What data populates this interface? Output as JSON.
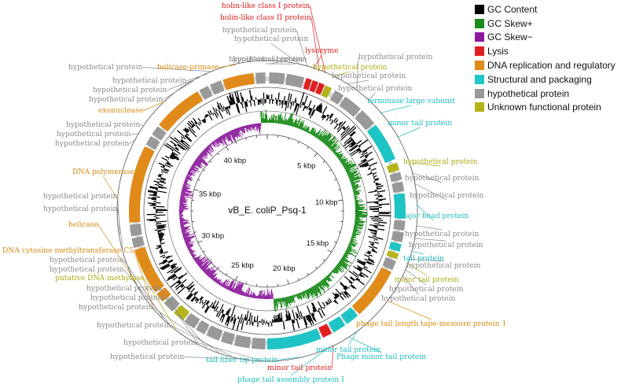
{
  "title": "vB_E. coliP_Psq-1",
  "legend": [
    {
      "label": "GC Content",
      "color": "#000000"
    },
    {
      "label": "GC Skew+",
      "color": "#1a8a1a"
    },
    {
      "label": "GC Skew−",
      "color": "#8b1a9b"
    },
    {
      "label": "Lysis",
      "color": "#e02020"
    },
    {
      "label": "DNA replication and regulatory",
      "color": "#e08a1a"
    },
    {
      "label": "Structural and packaging",
      "color": "#1fc4c4"
    },
    {
      "label": "hypothetical protein",
      "color": "#999999"
    },
    {
      "label": "Unknown functional protein",
      "color": "#b4b41a"
    }
  ],
  "genome_length_kbp": 44,
  "kbp_labels": [
    "5 kbp",
    "10 kbp",
    "15 kbp",
    "20 kbp",
    "25 kbp",
    "30 kbp",
    "35 kbp",
    "40 kbp"
  ],
  "genes": [
    {
      "start_kbp": 0.1,
      "end_kbp": 0.9,
      "category": "hypothetical protein"
    },
    {
      "start_kbp": 1.0,
      "end_kbp": 1.9,
      "category": "hypothetical protein"
    },
    {
      "start_kbp": 2.0,
      "end_kbp": 2.3,
      "category": "Lysis"
    },
    {
      "start_kbp": 2.35,
      "end_kbp": 2.65,
      "category": "Lysis"
    },
    {
      "start_kbp": 2.7,
      "end_kbp": 3.0,
      "category": "Lysis"
    },
    {
      "start_kbp": 3.05,
      "end_kbp": 3.4,
      "category": "Unknown functional protein"
    },
    {
      "start_kbp": 3.6,
      "end_kbp": 4.1,
      "category": "hypothetical protein"
    },
    {
      "start_kbp": 4.2,
      "end_kbp": 5.2,
      "category": "hypothetical protein"
    },
    {
      "start_kbp": 5.3,
      "end_kbp": 6.2,
      "category": "hypothetical protein"
    },
    {
      "start_kbp": 6.3,
      "end_kbp": 8.3,
      "category": "Structural and packaging"
    },
    {
      "start_kbp": 8.5,
      "end_kbp": 8.9,
      "category": "Unknown functional protein"
    },
    {
      "start_kbp": 9.0,
      "end_kbp": 9.4,
      "category": "hypothetical protein"
    },
    {
      "start_kbp": 9.5,
      "end_kbp": 10.0,
      "category": "hypothetical protein"
    },
    {
      "start_kbp": 10.1,
      "end_kbp": 11.4,
      "category": "Structural and packaging"
    },
    {
      "start_kbp": 11.5,
      "end_kbp": 12.0,
      "category": "hypothetical protein"
    },
    {
      "start_kbp": 12.1,
      "end_kbp": 12.6,
      "category": "hypothetical protein"
    },
    {
      "start_kbp": 12.7,
      "end_kbp": 13.1,
      "category": "Structural and packaging"
    },
    {
      "start_kbp": 13.2,
      "end_kbp": 13.5,
      "category": "Unknown functional protein"
    },
    {
      "start_kbp": 13.6,
      "end_kbp": 14.1,
      "category": "hypothetical protein"
    },
    {
      "start_kbp": 14.2,
      "end_kbp": 16.9,
      "category": "DNA replication and regulatory"
    },
    {
      "start_kbp": 17.0,
      "end_kbp": 17.7,
      "category": "Structural and packaging"
    },
    {
      "start_kbp": 17.8,
      "end_kbp": 18.5,
      "category": "Structural and packaging"
    },
    {
      "start_kbp": 18.6,
      "end_kbp": 19.1,
      "category": "Lysis"
    },
    {
      "start_kbp": 19.2,
      "end_kbp": 22.0,
      "category": "Structural and packaging"
    },
    {
      "start_kbp": 22.1,
      "end_kbp": 22.8,
      "category": "hypothetical protein"
    },
    {
      "start_kbp": 22.9,
      "end_kbp": 23.7,
      "category": "hypothetical protein"
    },
    {
      "start_kbp": 23.8,
      "end_kbp": 24.4,
      "category": "hypothetical protein"
    },
    {
      "start_kbp": 24.5,
      "end_kbp": 25.2,
      "category": "hypothetical protein"
    },
    {
      "start_kbp": 25.3,
      "end_kbp": 25.8,
      "category": "hypothetical protein"
    },
    {
      "start_kbp": 25.9,
      "end_kbp": 26.5,
      "category": "hypothetical protein"
    },
    {
      "start_kbp": 26.6,
      "end_kbp": 27.2,
      "category": "Unknown functional protein"
    },
    {
      "start_kbp": 27.3,
      "end_kbp": 27.9,
      "category": "hypothetical protein"
    },
    {
      "start_kbp": 28.0,
      "end_kbp": 28.5,
      "category": "DNA replication and regulatory"
    },
    {
      "start_kbp": 28.6,
      "end_kbp": 31.0,
      "category": "DNA replication and regulatory"
    },
    {
      "start_kbp": 31.1,
      "end_kbp": 31.6,
      "category": "hypothetical protein"
    },
    {
      "start_kbp": 31.7,
      "end_kbp": 32.3,
      "category": "hypothetical protein"
    },
    {
      "start_kbp": 32.4,
      "end_kbp": 36.4,
      "category": "DNA replication and regulatory"
    },
    {
      "start_kbp": 36.5,
      "end_kbp": 37.0,
      "category": "hypothetical protein"
    },
    {
      "start_kbp": 37.1,
      "end_kbp": 37.6,
      "category": "hypothetical protein"
    },
    {
      "start_kbp": 37.7,
      "end_kbp": 40.3,
      "category": "DNA replication and regulatory"
    },
    {
      "start_kbp": 40.4,
      "end_kbp": 40.9,
      "category": "hypothetical protein"
    },
    {
      "start_kbp": 41.0,
      "end_kbp": 41.6,
      "category": "hypothetical protein"
    },
    {
      "start_kbp": 41.7,
      "end_kbp": 43.3,
      "category": "DNA replication and regulatory"
    },
    {
      "start_kbp": 43.4,
      "end_kbp": 43.9,
      "category": "hypothetical protein"
    }
  ],
  "annotations": [
    {
      "text": "holin-like class I protein",
      "category": "Lysis",
      "pos_kbp": 2.8
    },
    {
      "text": "holin-like class II protein",
      "category": "Lysis",
      "pos_kbp": 2.5
    },
    {
      "text": "hypothetical protein",
      "category": "hypothetical protein",
      "pos_kbp": 1.9
    },
    {
      "text": "hypothetical protein",
      "category": "hypothetical protein",
      "pos_kbp": 1.6
    },
    {
      "text": "hypothetical protein",
      "category": "hypothetical protein",
      "pos_kbp": 1.3
    },
    {
      "text": "lysozyme",
      "category": "Lysis",
      "pos_kbp": 2.2
    },
    {
      "text": "hypothetical protein",
      "category": "hypothetical protein",
      "pos_kbp": 0.6
    },
    {
      "text": "hypothetical protein",
      "category": "Unknown functional protein",
      "pos_kbp": 3.2
    },
    {
      "text": "hypothetical protein",
      "category": "hypothetical protein",
      "pos_kbp": 4.5
    },
    {
      "text": "hypothetical protein",
      "category": "hypothetical protein",
      "pos_kbp": 3.9
    },
    {
      "text": "hypothetical protein",
      "category": "hypothetical protein",
      "pos_kbp": 5.2
    },
    {
      "text": "terminase large subunit",
      "category": "Structural and packaging",
      "pos_kbp": 6.0
    },
    {
      "text": "minor tail protein",
      "category": "Structural and packaging",
      "pos_kbp": 7.4
    },
    {
      "text": "hypothetical protein",
      "category": "Unknown functional protein",
      "pos_kbp": 8.7
    },
    {
      "text": "hypothetical protein",
      "category": "hypothetical protein",
      "pos_kbp": 9.2
    },
    {
      "text": "hypothetical protein",
      "category": "hypothetical protein",
      "pos_kbp": 9.7
    },
    {
      "text": "major head protein",
      "category": "Structural and packaging",
      "pos_kbp": 10.7
    },
    {
      "text": "hypothetical protein",
      "category": "hypothetical protein",
      "pos_kbp": 11.7
    },
    {
      "text": "hypothetical protein",
      "category": "hypothetical protein",
      "pos_kbp": 12.3
    },
    {
      "text": "tail protein",
      "category": "Structural and packaging",
      "pos_kbp": 12.9
    },
    {
      "text": "hypothetical protein",
      "category": "hypothetical protein",
      "pos_kbp": 13.3
    },
    {
      "text": "major tail protein",
      "category": "Unknown functional protein",
      "pos_kbp": 13.5
    },
    {
      "text": "hypothetical protein",
      "category": "hypothetical protein",
      "pos_kbp": 13.8
    },
    {
      "text": "hypothetical protein",
      "category": "hypothetical protein",
      "pos_kbp": 14.1
    },
    {
      "text": "phage tail length tape-measure protein 1",
      "category": "DNA replication and regulatory",
      "pos_kbp": 15.5
    },
    {
      "text": "minor tail protein",
      "category": "Structural and packaging",
      "pos_kbp": 17.4
    },
    {
      "text": "Phage minor tail protein",
      "category": "Structural and packaging",
      "pos_kbp": 18.0
    },
    {
      "text": "minor tail protein",
      "category": "Lysis",
      "pos_kbp": 18.8
    },
    {
      "text": "phage tail assembly protein I",
      "category": "Structural and packaging",
      "pos_kbp": 19.0
    },
    {
      "text": "tail fiber tip protein",
      "category": "Structural and packaging",
      "pos_kbp": 20.5
    },
    {
      "text": "hypothetical protein",
      "category": "hypothetical protein",
      "pos_kbp": 22.3
    },
    {
      "text": "hypothetical protein",
      "category": "hypothetical protein",
      "pos_kbp": 22.9
    },
    {
      "text": "hypothetical protein",
      "category": "hypothetical protein",
      "pos_kbp": 23.7
    },
    {
      "text": "hypothetical protein",
      "category": "hypothetical protein",
      "pos_kbp": 24.3
    },
    {
      "text": "hypothetical protein",
      "category": "hypothetical protein",
      "pos_kbp": 24.9
    },
    {
      "text": "hypothetical protein",
      "category": "hypothetical protein",
      "pos_kbp": 25.4
    },
    {
      "text": "putative DNA methylase",
      "category": "Unknown functional protein",
      "pos_kbp": 26.6
    },
    {
      "text": "hypothetical protein",
      "category": "hypothetical protein",
      "pos_kbp": 27.0
    },
    {
      "text": "hypothetical protein",
      "category": "hypothetical protein",
      "pos_kbp": 27.4
    },
    {
      "text": "DNA cytosine methyltransferase C5",
      "category": "DNA replication and regulatory",
      "pos_kbp": 28.1
    },
    {
      "text": "helicase",
      "category": "DNA replication and regulatory",
      "pos_kbp": 29.4
    },
    {
      "text": "hypothetical protein",
      "category": "hypothetical protein",
      "pos_kbp": 31.2
    },
    {
      "text": "hypothetical protein",
      "category": "hypothetical protein",
      "pos_kbp": 31.9
    },
    {
      "text": "DNA polymerase",
      "category": "DNA replication and regulatory",
      "pos_kbp": 33.5
    },
    {
      "text": "hypothetical protein",
      "category": "hypothetical protein",
      "pos_kbp": 36.5
    },
    {
      "text": "hypothetical protein",
      "category": "hypothetical protein",
      "pos_kbp": 36.8
    },
    {
      "text": "hypothetical protein",
      "category": "hypothetical protein",
      "pos_kbp": 37.2
    },
    {
      "text": "exonuclease",
      "category": "DNA replication and regulatory",
      "pos_kbp": 38.8
    },
    {
      "text": "hypothetical protein",
      "category": "hypothetical protein",
      "pos_kbp": 40.4
    },
    {
      "text": "hypothetical protein",
      "category": "hypothetical protein",
      "pos_kbp": 40.7
    },
    {
      "text": "hypothetical protein",
      "category": "hypothetical protein",
      "pos_kbp": 41.1
    },
    {
      "text": "hypothetical protein",
      "category": "hypothetical protein",
      "pos_kbp": 41.4
    },
    {
      "text": "helicase-primase",
      "category": "DNA replication and regulatory",
      "pos_kbp": 42.5
    }
  ]
}
